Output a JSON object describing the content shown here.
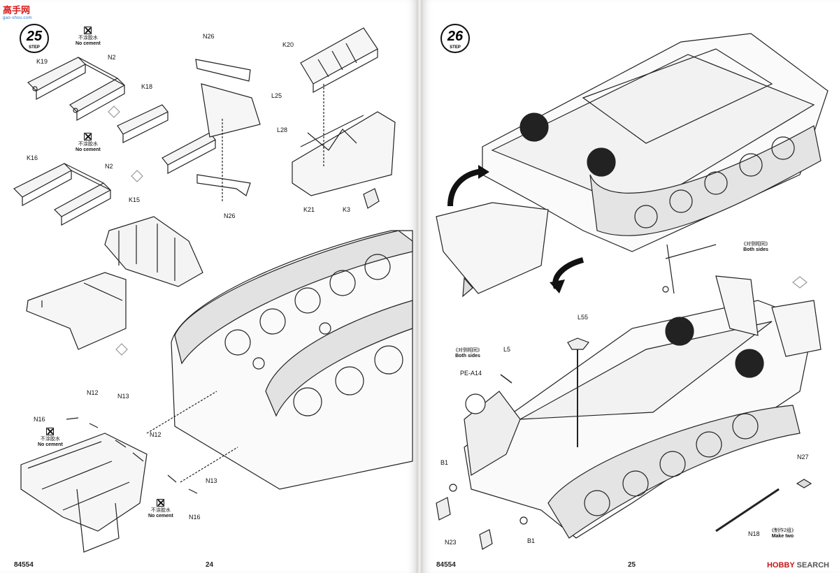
{
  "site_logo": {
    "text": "高手网",
    "subtitle": "gao-shou.com"
  },
  "left_page": {
    "step_number": "25",
    "step_word": "STEP",
    "kit_number": "84554",
    "page_number": "24",
    "no_cement_notes": [
      {
        "zh": "不涂胶水",
        "en": "No cement"
      },
      {
        "zh": "不涂胶水",
        "en": "No cement"
      },
      {
        "zh": "不涂胶水",
        "en": "No cement"
      },
      {
        "zh": "不涂胶水",
        "en": "No cement"
      }
    ],
    "part_labels": {
      "n2a": "N2",
      "k19": "K19",
      "k18": "K18",
      "n2b": "N2",
      "k16": "K16",
      "k15": "K15",
      "n26a": "N26",
      "l25": "L25",
      "n26b": "N26",
      "k20": "K20",
      "l28": "L28",
      "k21": "K21",
      "k3": "K3",
      "n12a": "N12",
      "n13a": "N13",
      "n16a": "N16",
      "n12b": "N12",
      "n13b": "N13",
      "n16b": "N16"
    }
  },
  "right_page": {
    "step_number": "26",
    "step_word": "STEP",
    "kit_number": "84554",
    "page_number": "25",
    "both_sides_notes": [
      {
        "zh": "《对侧相同》",
        "en": "Both sides"
      },
      {
        "zh": "《对侧相同》",
        "en": "Both sides"
      }
    ],
    "make_two": {
      "zh": "《制作2组》",
      "en": "Make two"
    },
    "part_labels": {
      "pe_a14": "PE-A14",
      "l5": "L5",
      "l55": "L55",
      "b1a": "B1",
      "b1b": "B1",
      "n23": "N23",
      "n27": "N27",
      "n18": "N18"
    }
  },
  "watermark": {
    "brand": "HOBBY",
    "rest": " SEARCH"
  }
}
